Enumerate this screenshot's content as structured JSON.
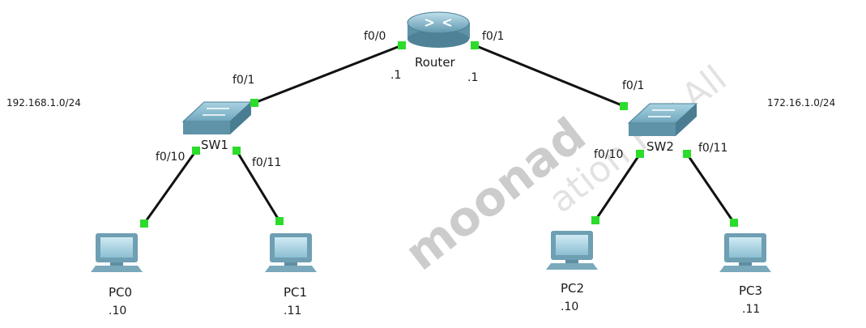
{
  "networks": {
    "left": "192.168.1.0/24",
    "right": "172.16.1.0/24"
  },
  "router": {
    "name": "Router",
    "ports": {
      "left": "f0/0",
      "right": "f0/1"
    },
    "ips": {
      "left": ".1",
      "right": ".1"
    }
  },
  "switches": [
    {
      "name": "SW1",
      "uplink": "f0/1",
      "port_a": "f0/10",
      "port_b": "f0/11"
    },
    {
      "name": "SW2",
      "uplink": "f0/1",
      "port_a": "f0/10",
      "port_b": "f0/11"
    }
  ],
  "pcs": [
    {
      "name": "PC0",
      "ip": ".10"
    },
    {
      "name": "PC1",
      "ip": ".11"
    },
    {
      "name": "PC2",
      "ip": ".10"
    },
    {
      "name": "PC3",
      "ip": ".11"
    }
  ],
  "watermark": {
    "bold": "moonad",
    "light": "ation For All"
  },
  "colors": {
    "link": "#111111",
    "port_led": "#2bdc2b",
    "device_blue": "#7fb2c7",
    "watermark": "#e25a1c"
  }
}
